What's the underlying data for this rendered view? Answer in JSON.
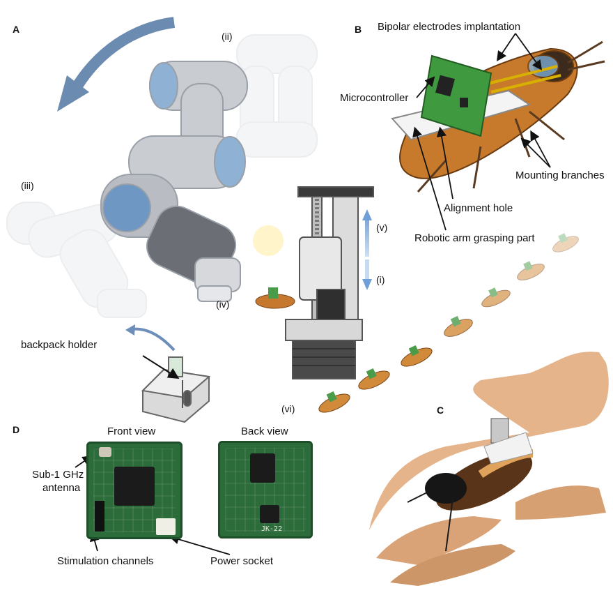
{
  "panels": {
    "a": "A",
    "b": "B",
    "c": "C",
    "d": "D"
  },
  "panel_a": {
    "steps": {
      "i": "(i)",
      "ii": "(ii)",
      "iii": "(iii)",
      "iv": "(iv)",
      "v": "(v)",
      "vi": "(vi)"
    },
    "backpack_holder": "backpack holder"
  },
  "panel_b": {
    "bipolar": "Bipolar electrodes implantation",
    "microcontroller": "Microcontroller",
    "mounting": "Mounting branches",
    "alignment": "Alignment hole",
    "grasping": "Robotic arm grasping part"
  },
  "panel_d": {
    "front_view": "Front view",
    "back_view": "Back view",
    "antenna_line1": "Sub-1 GHz",
    "antenna_line2": "antenna",
    "stim": "Stimulation channels",
    "power": "Power socket",
    "silkscreen": "JK-22"
  },
  "colors": {
    "arm": "#c9ccd1",
    "arm_joint": "#8fb1d3",
    "arrow_blue": "#5d7fa8",
    "roach_body": "#b5651e",
    "pcb_green": "#2c6b3a",
    "skin": "#e8b890"
  }
}
